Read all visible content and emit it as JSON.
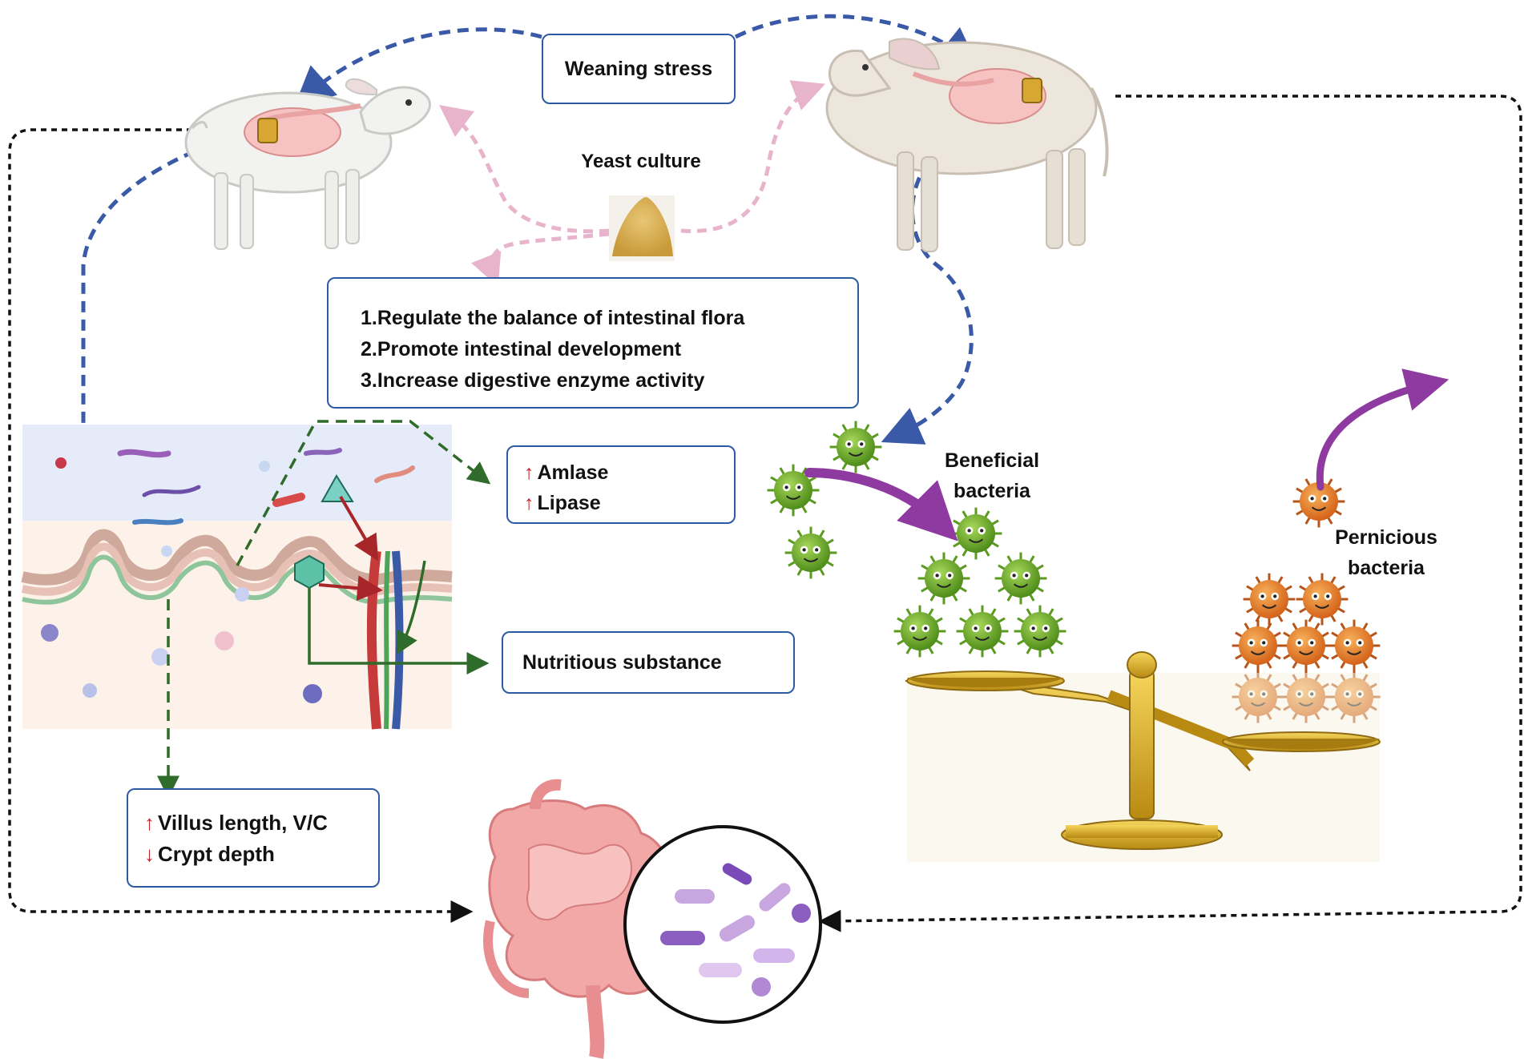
{
  "weaning_stress": "Weaning stress",
  "yeast_culture": "Yeast culture",
  "effects": [
    "1.Regulate the balance of intestinal flora",
    "2.Promote intestinal development",
    "3.Increase digestive enzyme activity"
  ],
  "enzymes": [
    {
      "arrow": "↑",
      "text": "Amlase"
    },
    {
      "arrow": "↑",
      "text": "Lipase"
    }
  ],
  "nutritious": "Nutritious substance",
  "villus": [
    {
      "arrow": "↑",
      "text": "Villus length, V/C"
    },
    {
      "arrow": "↓",
      "text": "Crypt depth"
    }
  ],
  "beneficial": [
    "Beneficial",
    "bacteria"
  ],
  "pernicious": [
    "Pernicious",
    "bacteria"
  ],
  "colors": {
    "box_border": "#2d5aa3",
    "blue_dash": "#3a5aa8",
    "pink_dash": "#e8b4cc",
    "green_dash": "#2f6b2a",
    "black_dash": "#111111",
    "purple_arrow": "#8e3aa0",
    "beneficial": "#6fb22d",
    "pernicious": "#e07a1e",
    "red_arrow": "#c0262d"
  }
}
